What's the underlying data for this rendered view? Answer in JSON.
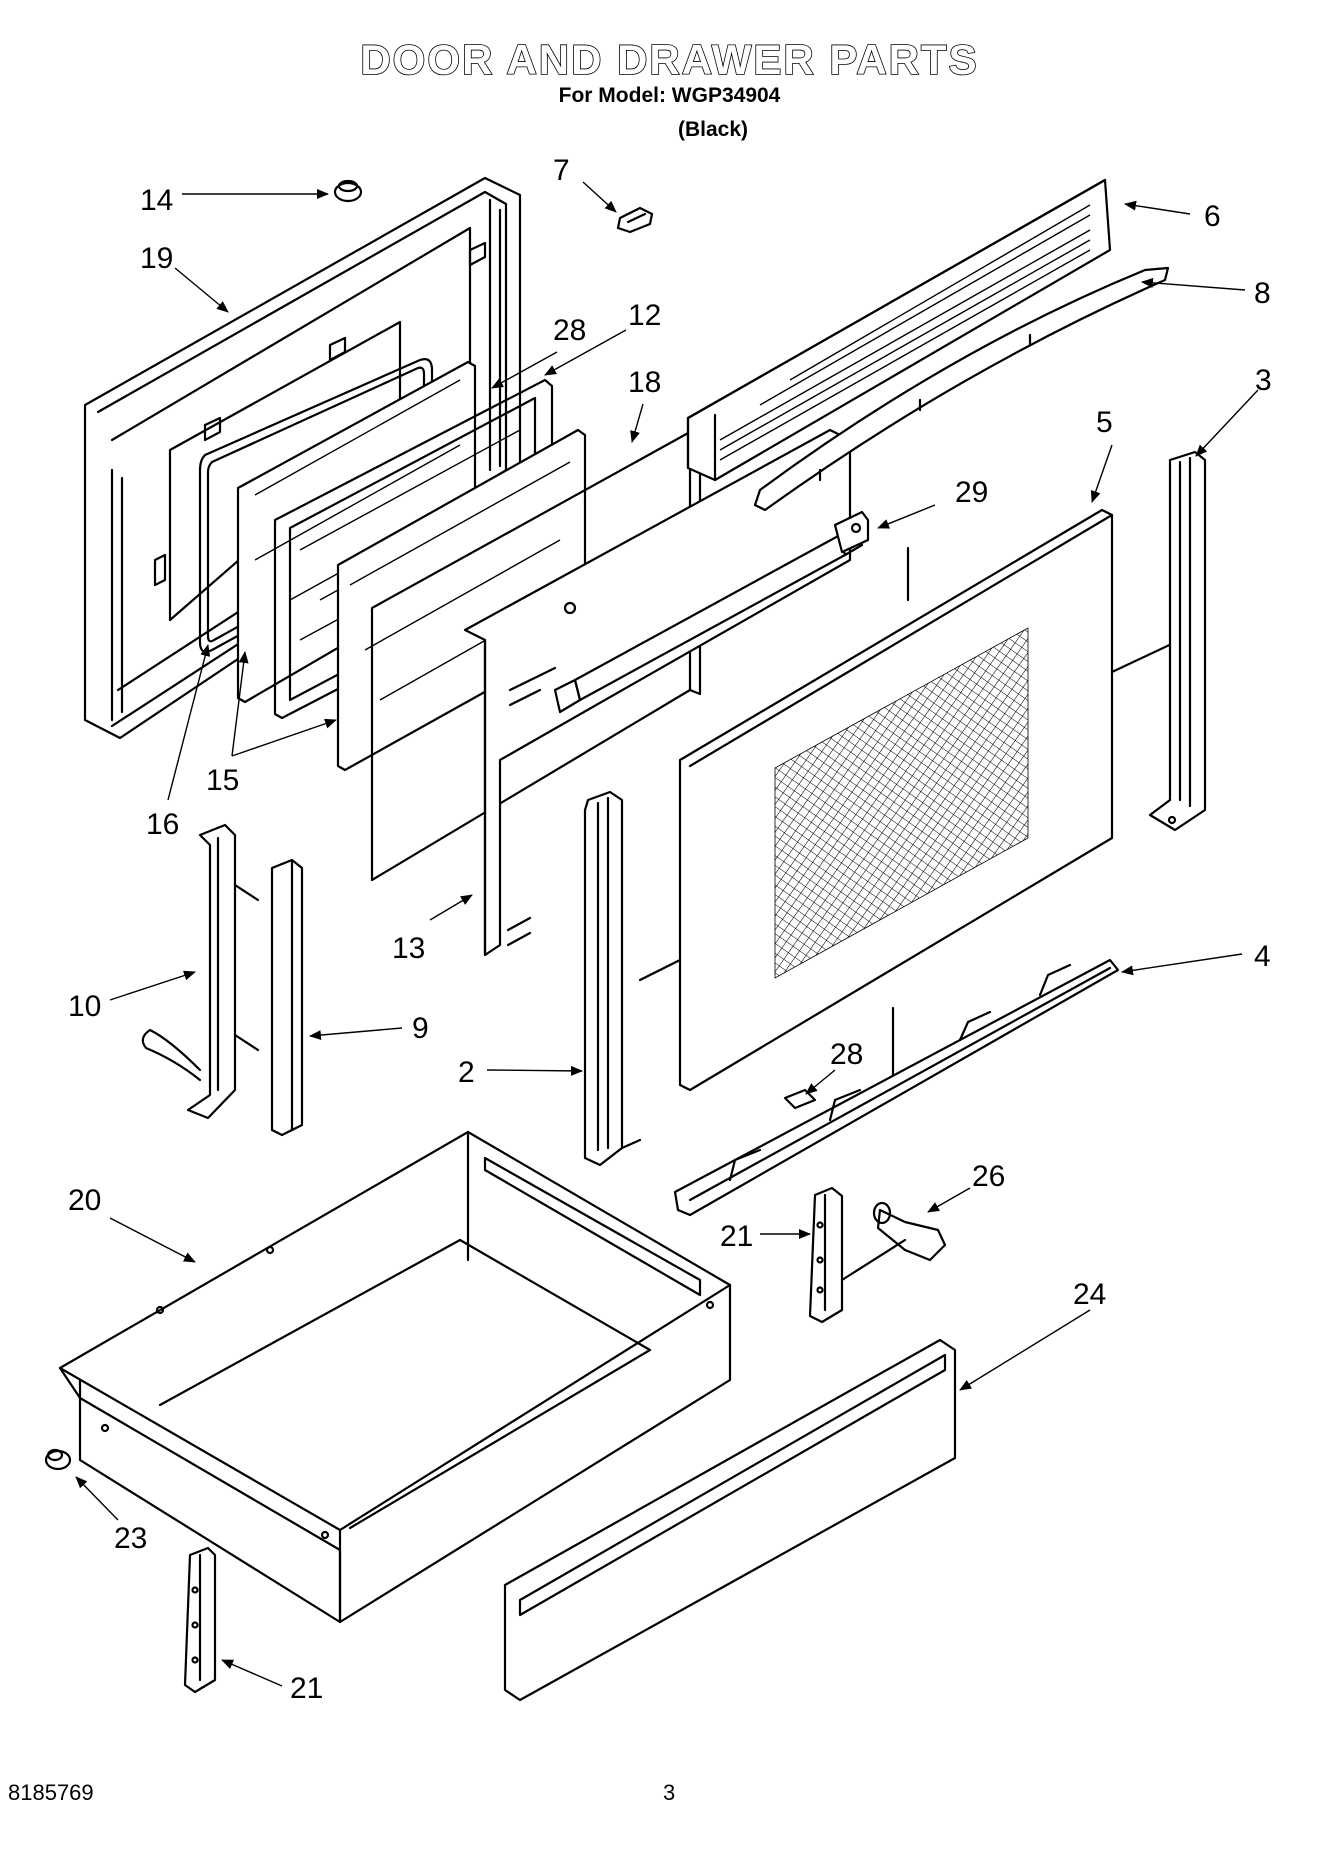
{
  "header": {
    "title": "DOOR AND DRAWER PARTS",
    "model_line": "For Model: WGP34904",
    "variant": "(Black)"
  },
  "footer": {
    "doc_number": "8185769",
    "page_number": "3"
  },
  "callouts": {
    "c14": "14",
    "c19": "19",
    "c7": "7",
    "c6": "6",
    "c8": "8",
    "c3": "3",
    "c28a": "28",
    "c12": "12",
    "c18": "18",
    "c5": "5",
    "c29": "29",
    "c16": "16",
    "c15": "15",
    "c13": "13",
    "c10": "10",
    "c9": "9",
    "c2": "2",
    "c4": "4",
    "c28b": "28",
    "c20": "20",
    "c26": "26",
    "c21a": "21",
    "c24": "24",
    "c23": "23",
    "c21b": "21"
  }
}
